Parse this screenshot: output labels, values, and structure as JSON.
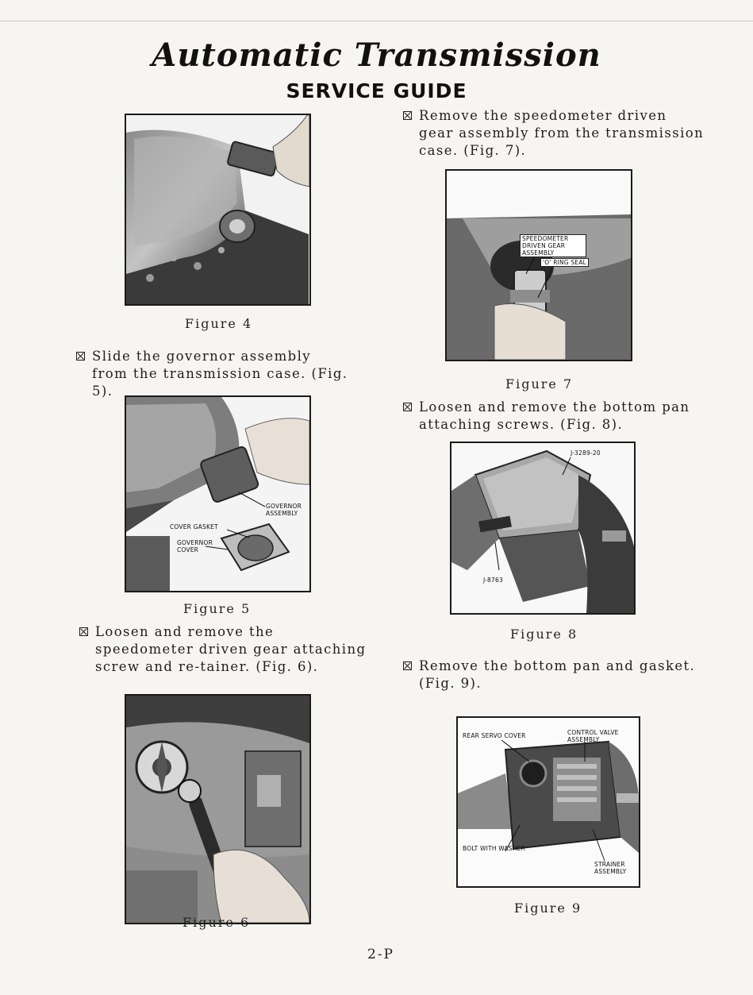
{
  "header": {
    "title": "Automatic Transmission",
    "subtitle": "SERVICE GUIDE"
  },
  "figures": {
    "fig4": {
      "caption": "Figure 4"
    },
    "fig5": {
      "caption": "Figure 5",
      "labels": {
        "governor_assembly": "GOVERNOR ASSEMBLY",
        "cover_gasket": "COVER GASKET",
        "governor_cover": "GOVERNOR COVER"
      }
    },
    "fig6": {
      "caption": "Figure 6"
    },
    "fig7": {
      "caption": "Figure 7",
      "labels": {
        "speedometer_driven_gear": "SPEEDOMETER DRIVEN GEAR ASSEMBLY",
        "o_ring_seal": "'O' RING SEAL"
      }
    },
    "fig8": {
      "caption": "Figure 8",
      "labels": {
        "tool_top": "J-3289-20",
        "tool_bottom": "J-8763"
      }
    },
    "fig9": {
      "caption": "Figure 9",
      "labels": {
        "rear_servo_cover": "REAR SERVO COVER",
        "control_valve": "CONTROL VALVE ASSEMBLY",
        "bolt_with_washer": "BOLT WITH WASHER",
        "strainer": "STRAINER ASSEMBLY"
      }
    }
  },
  "steps": {
    "governor": "Slide the governor assembly from the transmission case. (Fig. 5).",
    "speedo_screw": "Loosen and remove the speedometer driven gear attaching screw and re-tainer. (Fig. 6).",
    "speedo_gear": "Remove the speedometer driven gear assembly from the transmission case. (Fig. 7).",
    "pan_screws": "Loosen and remove the bottom pan attaching screws. (Fig. 8).",
    "pan_gasket": "Remove the bottom pan and gasket. (Fig. 9)."
  },
  "footer": {
    "page_number": "2-P"
  },
  "colors": {
    "paper": "#f6f5f1",
    "ink": "#1c1c1c"
  },
  "icons": {
    "step_marker": "crossed-box-icon"
  }
}
